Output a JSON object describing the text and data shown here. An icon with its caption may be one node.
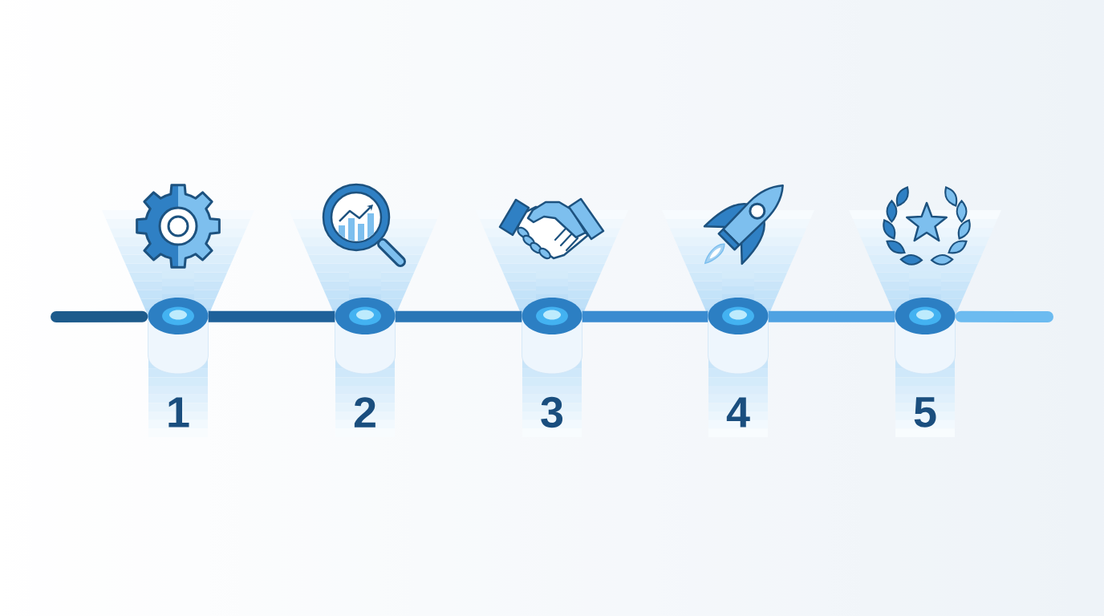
{
  "diagram": {
    "nodes": [
      {
        "text": [],
        "shape": "cylinder",
        "beside": [
          "1"
        ]
      },
      {
        "text": [],
        "shape": "cylinder",
        "beside": [
          "2"
        ]
      },
      {
        "text": [],
        "shape": "cylinder",
        "beside": [
          "3"
        ]
      },
      {
        "text": [],
        "shape": "cylinder",
        "beside": [
          "4"
        ]
      },
      {
        "text": [],
        "shape": "cylinder",
        "beside": [
          "5"
        ]
      }
    ],
    "edges": [
      {
        "from": null,
        "to": 0,
        "arrow": "none",
        "color": "#1d5b8c"
      },
      {
        "from": 0,
        "to": 1,
        "arrow": "none",
        "color": "#1f619a"
      },
      {
        "from": 1,
        "to": 2,
        "arrow": "none",
        "color": "#2a76b6"
      },
      {
        "from": 2,
        "to": 3,
        "arrow": "none",
        "color": "#3a8bd0"
      },
      {
        "from": 3,
        "to": 4,
        "arrow": "none",
        "color": "#4fa2e2"
      },
      {
        "from": 4,
        "to": null,
        "arrow": "none",
        "color": "#6cbbf0"
      }
    ]
  }
}
